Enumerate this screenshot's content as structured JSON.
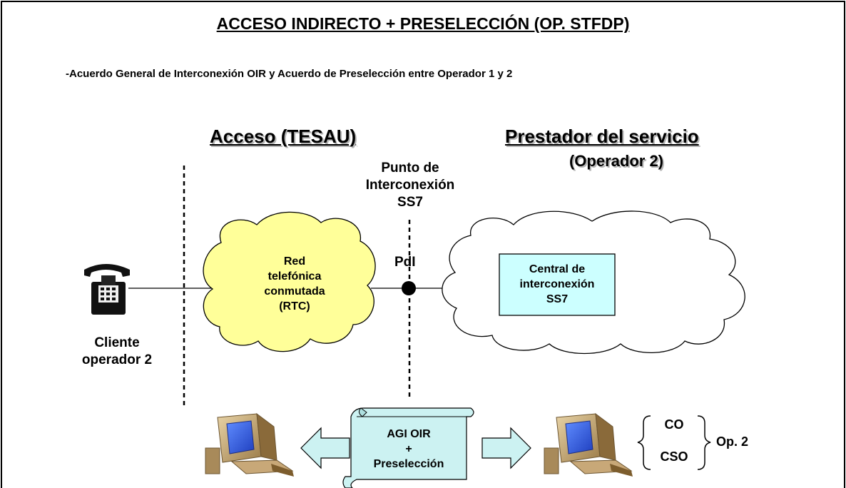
{
  "title": "ACCESO INDIRECTO + PRESELECCIÓN (OP. STFDP)",
  "agreement_prefix": "-",
  "agreement": "Acuerdo General de Interconexión OIR y Acuerdo de Preselección entre Operador 1 y  2",
  "access": {
    "heading": "Acceso (TESAU)"
  },
  "provider": {
    "heading": "Prestador del servicio",
    "subheading": "(Operador 2)"
  },
  "interconnection_point": {
    "line1": "Punto de",
    "line2": "Interconexión",
    "line3": "SS7",
    "pdi": "PdI"
  },
  "client": {
    "line1": "Cliente",
    "line2": "operador 2"
  },
  "rtc_cloud": {
    "line1": "Red",
    "line2": "telefónica",
    "line3": "conmutada",
    "line4": "(RTC)"
  },
  "central": {
    "line1": "Central de",
    "line2": "interconexión",
    "line3": "SS7"
  },
  "scroll": {
    "line1": "AGI OIR",
    "line2": "+",
    "line3": "Preselección"
  },
  "right_group": {
    "item1": "CO",
    "item2": "CSO",
    "label": "Op. 2"
  },
  "colors": {
    "rtc_cloud_fill": "#ffff99",
    "central_fill": "#ccffff",
    "scroll_fill": "#ccf2f2",
    "arrow_fill": "#ccf2f2",
    "monitor_screen": "#3366ff",
    "monitor_body": "#d2b48c"
  }
}
